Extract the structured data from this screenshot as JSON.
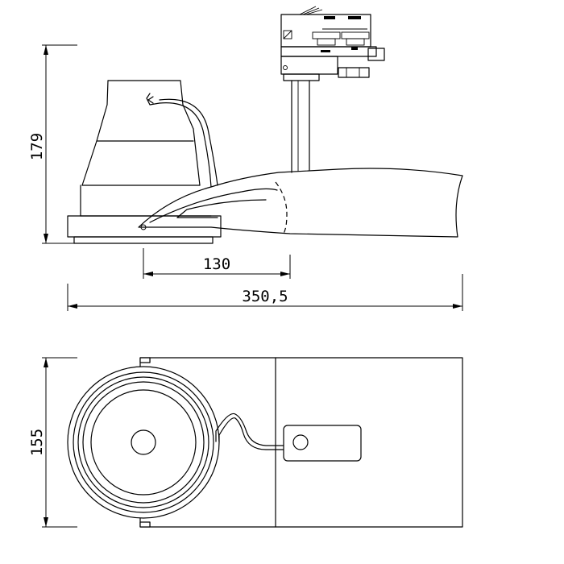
{
  "dimensions": {
    "side_height": "179",
    "spacing": "130",
    "total_length": "350,5",
    "top_width": "155"
  },
  "colors": {
    "line": "#000000",
    "background": "#ffffff"
  }
}
